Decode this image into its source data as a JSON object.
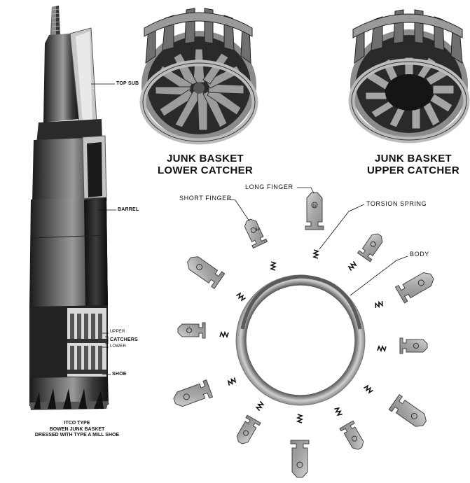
{
  "tool_labels": {
    "top_sub": "TOP SUB",
    "barrel": "BARREL",
    "upper": "UPPER",
    "catchers": "CATCHERS",
    "lower": "LOWER",
    "shoe": "SHOE"
  },
  "tool_caption": {
    "line1": "ITCO TYPE",
    "line2": "BOWEN JUNK BASKET",
    "line3": "DRESSED WITH TYPE A MILL SHOE"
  },
  "basket_lower": {
    "line1": "JUNK BASKET",
    "line2": "LOWER CATCHER"
  },
  "basket_upper": {
    "line1": "JUNK BASKET",
    "line2": "UPPER CATCHER"
  },
  "part_labels": {
    "long_finger": "LONG FINGER",
    "short_finger": "SHORT FINGER",
    "torsion_spring": "TORSION SPRING",
    "body": "BODY"
  },
  "finger_letters": {
    "long": "G",
    "short": "H"
  }
}
